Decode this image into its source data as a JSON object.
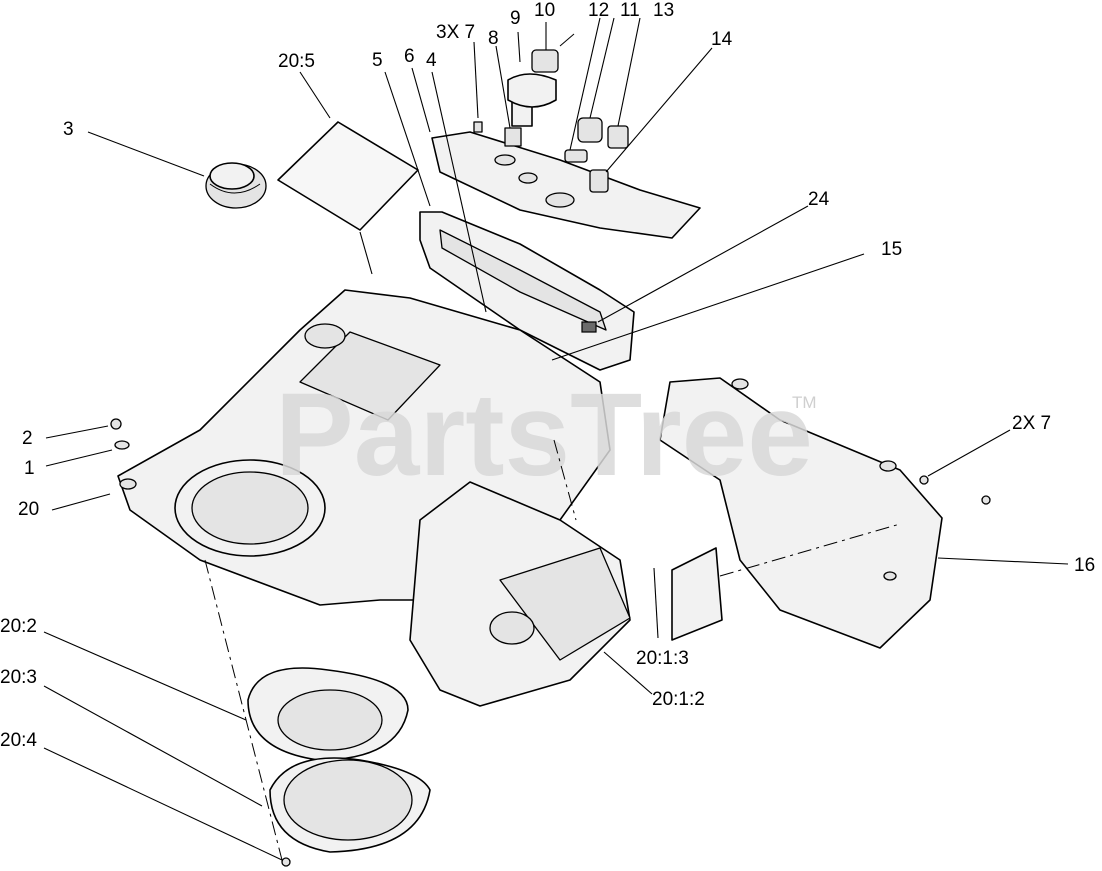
{
  "watermark": {
    "text": "PartsTree",
    "trademark": "TM"
  },
  "labels": [
    {
      "id": "20-5",
      "text": "20:5"
    },
    {
      "id": "5",
      "text": "5"
    },
    {
      "id": "6",
      "text": "6"
    },
    {
      "id": "4",
      "text": "4"
    },
    {
      "id": "3x7",
      "text": "3X 7"
    },
    {
      "id": "8",
      "text": "8"
    },
    {
      "id": "9",
      "text": "9"
    },
    {
      "id": "10",
      "text": "10"
    },
    {
      "id": "12",
      "text": "12"
    },
    {
      "id": "11",
      "text": "11"
    },
    {
      "id": "13",
      "text": "13"
    },
    {
      "id": "14",
      "text": "14"
    },
    {
      "id": "3",
      "text": "3"
    },
    {
      "id": "24",
      "text": "24"
    },
    {
      "id": "15",
      "text": "15"
    },
    {
      "id": "2x7",
      "text": "2X 7"
    },
    {
      "id": "2",
      "text": "2"
    },
    {
      "id": "1",
      "text": "1"
    },
    {
      "id": "20",
      "text": "20"
    },
    {
      "id": "16",
      "text": "16"
    },
    {
      "id": "20-1-3",
      "text": "20:1:3"
    },
    {
      "id": "20-1-2",
      "text": "20:1:2"
    },
    {
      "id": "20-2",
      "text": "20:2"
    },
    {
      "id": "20-3",
      "text": "20:3"
    },
    {
      "id": "20-4",
      "text": "20:4"
    }
  ]
}
